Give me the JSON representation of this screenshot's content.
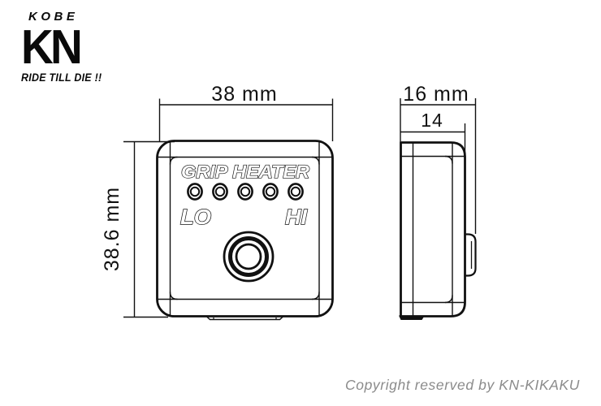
{
  "logo": {
    "top": "KOBE",
    "main": "KN",
    "tagline": "RIDE TILL DIE !!"
  },
  "device": {
    "brand_label": "GRIP HEATER",
    "low_label": "LO",
    "high_label": "HI",
    "led_count": 5
  },
  "dimensions": {
    "width": "38 mm",
    "height": "38.6 mm",
    "depth_total": "16 mm",
    "depth_body": "14"
  },
  "footer": {
    "copyright": "Copyright reserved by KN-KIKAKU"
  },
  "colors": {
    "line": "#111111",
    "copyright_text": "#8b8b8b",
    "background": "#ffffff"
  }
}
